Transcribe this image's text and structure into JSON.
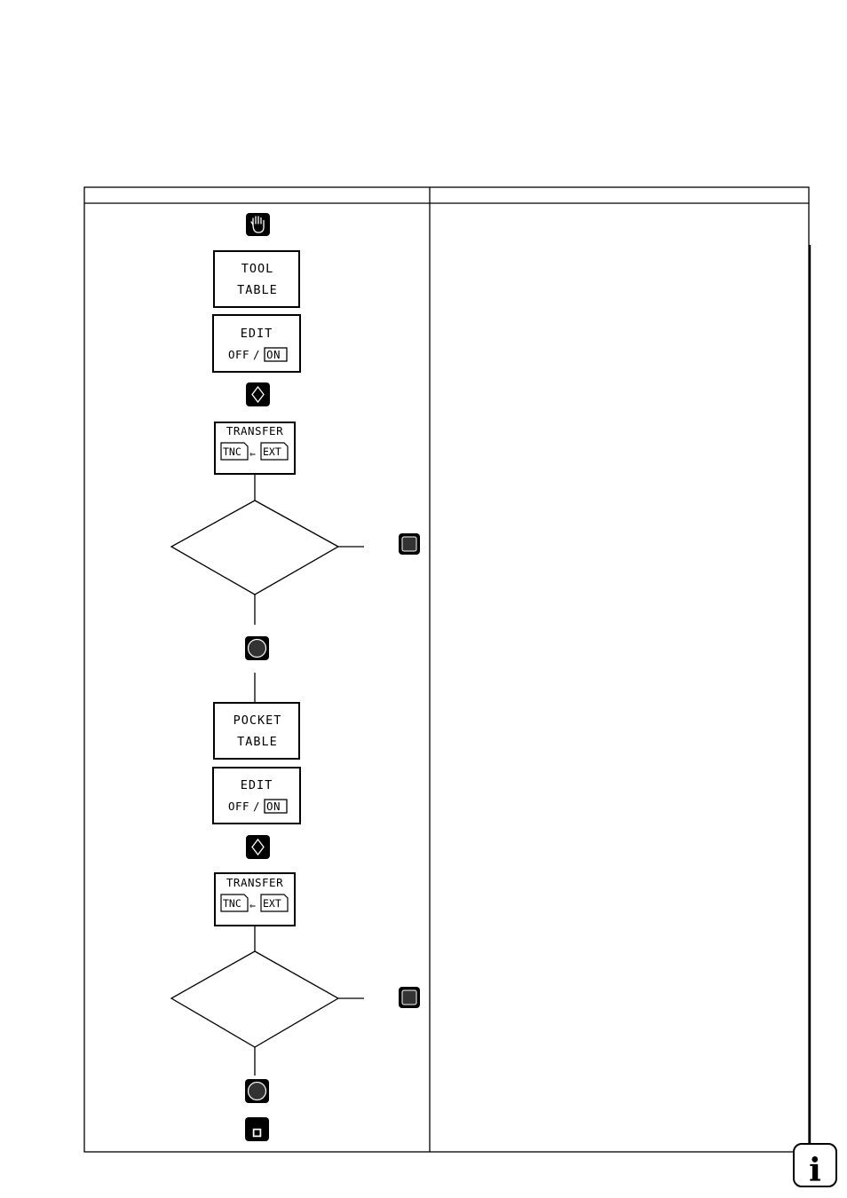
{
  "flow": {
    "tool_table": {
      "line1": "TOOL",
      "line2": "TABLE"
    },
    "pocket_table": {
      "line1": "POCKET",
      "line2": "TABLE"
    },
    "edit_softkey": {
      "line1": "EDIT",
      "off": "OFF",
      "separator": "/",
      "on": "ON"
    },
    "transfer_softkey": {
      "title": "TRANSFER",
      "tnc": "TNC",
      "arrow": "⇐",
      "ext": "EXT"
    }
  },
  "icons": {
    "manual_mode": "hand-icon",
    "cursor_key": "arrow-updown-icon",
    "yes_key": "square-key-icon",
    "no_key": "circle-key-icon",
    "end_key": "end-key-icon",
    "info": "info-icon"
  },
  "info_badge": {
    "glyph": "i"
  }
}
